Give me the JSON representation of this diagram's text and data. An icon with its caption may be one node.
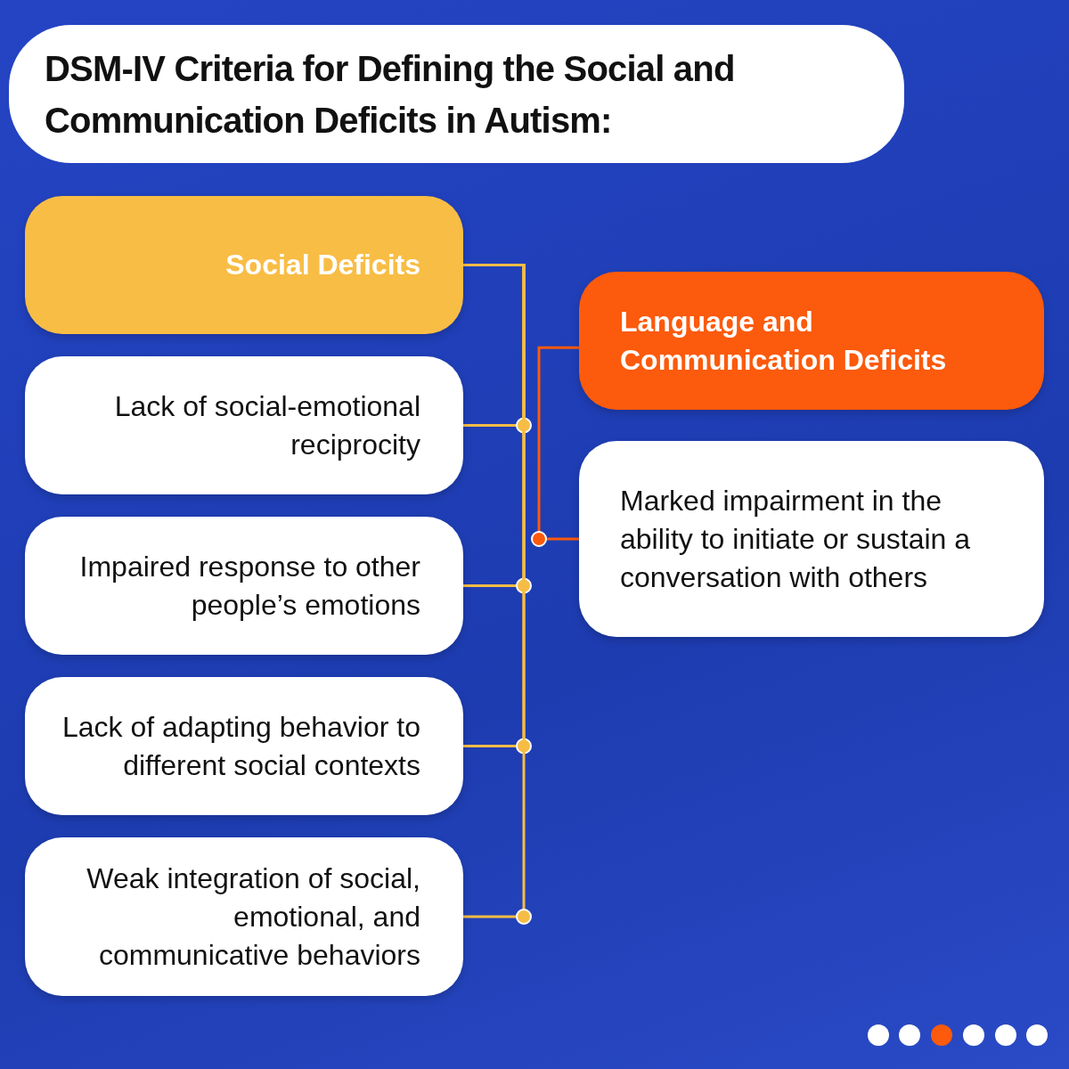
{
  "diagram": {
    "title": "DSM-IV Criteria for Defining the Social and Communication Deficits in Autism:",
    "nodes": [
      {
        "text": [
          "Social Deficits"
        ]
      },
      {
        "text": [
          "Lack of social-emotional reciprocity"
        ]
      },
      {
        "text": [
          "Impaired response to other people’s emotions"
        ]
      },
      {
        "text": [
          "Lack of adapting behavior to different social contexts"
        ]
      },
      {
        "text": [
          "Weak integration of social, emotional, and communicative behaviors"
        ]
      },
      {
        "text": [
          "Language and Communication Deficits"
        ]
      },
      {
        "text": [
          "Marked impairment in the ability to initiate or sustain a conversation with others"
        ]
      }
    ],
    "edges": [
      {
        "from": 0,
        "to": 1,
        "arrow": "other"
      },
      {
        "from": 0,
        "to": 2,
        "arrow": "other"
      },
      {
        "from": 0,
        "to": 3,
        "arrow": "other"
      },
      {
        "from": 0,
        "to": 4,
        "arrow": "other"
      },
      {
        "from": 5,
        "to": 6,
        "arrow": "other",
        "color": "#fc5a0c"
      }
    ]
  }
}
